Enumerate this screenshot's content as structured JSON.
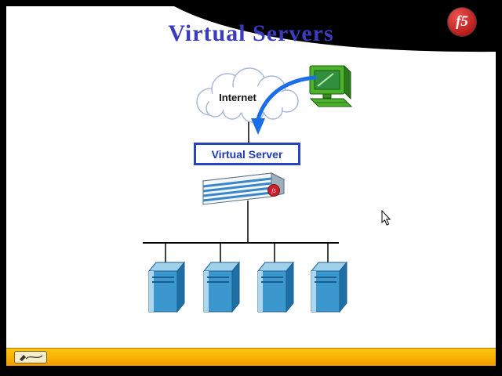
{
  "slide": {
    "title": "Virtual Servers"
  },
  "diagram": {
    "internet_label": "Internet",
    "virtual_server_label": "Virtual Server",
    "server_count": 4
  },
  "logo": {
    "text": "f5"
  },
  "icons": {
    "pen_tool": "pen-icon",
    "cursor": "arrow-cursor"
  },
  "colors": {
    "title_blue": "#3b3bbe",
    "box_blue": "#2744c4",
    "arrow_blue": "#1a6fe8",
    "server_blue": "#3d97cf",
    "bar_yellow": "#fdb913",
    "logo_red": "#c8202c",
    "background": "#000000",
    "slide_white": "#ffffff"
  }
}
